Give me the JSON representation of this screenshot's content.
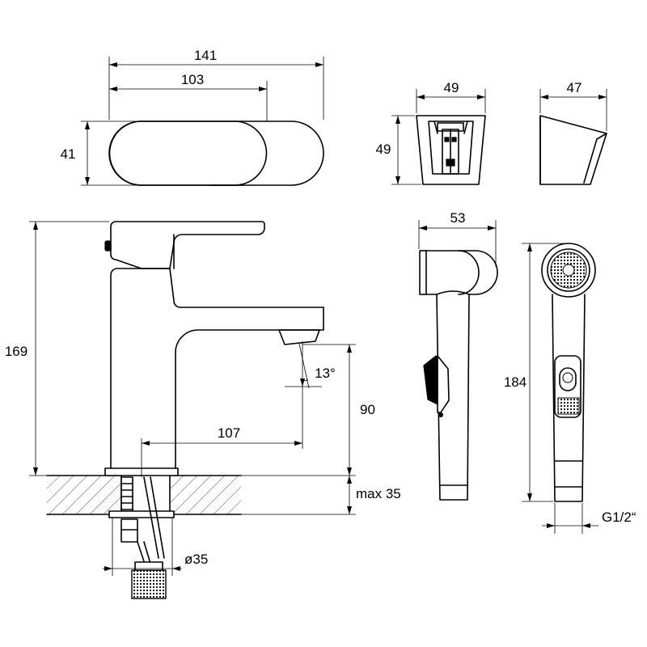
{
  "dimensions": {
    "top_width_overall": "141",
    "top_width_lever": "103",
    "top_depth": "41",
    "holder_width": "49",
    "holder_height": "49",
    "holder_side_width": "47",
    "head_width": "53",
    "spray_length": "184",
    "thread_size": "G1/2“",
    "faucet_height": "169",
    "spout_reach": "107",
    "spout_angle": "13°",
    "spout_height": "90",
    "max_thickness": "max 35",
    "hole_diameter": "ø35"
  }
}
